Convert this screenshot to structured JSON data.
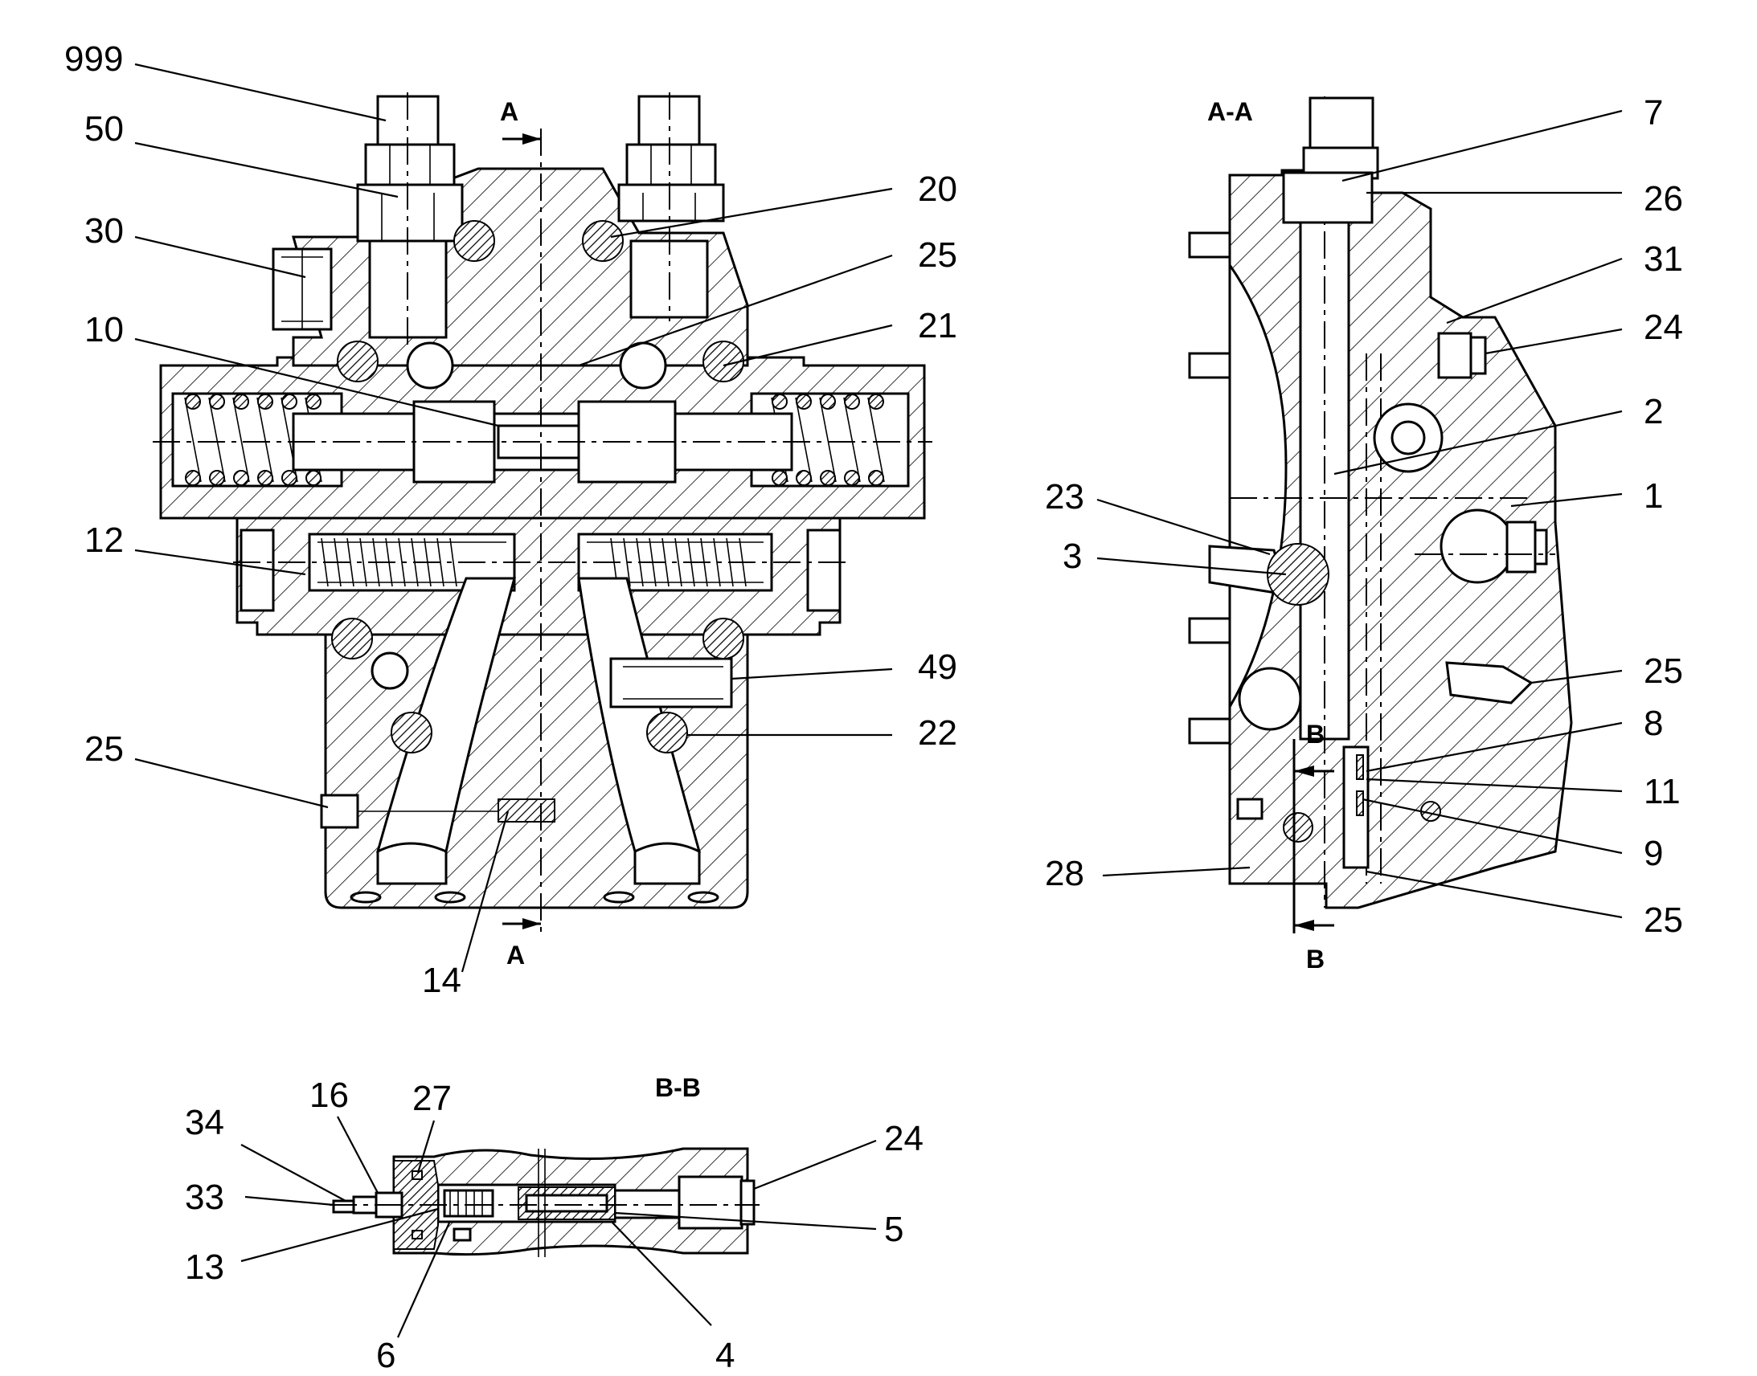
{
  "section_labels": {
    "aa_title": "A-A",
    "bb_title": "B-B",
    "cut_a_top": "A",
    "cut_a_bottom": "A",
    "cut_b_top": "B",
    "cut_b_bottom": "B"
  },
  "main_view_callouts": [
    "999",
    "50",
    "30",
    "10",
    "12",
    "25",
    "20",
    "25",
    "21",
    "49",
    "22",
    "14"
  ],
  "aa_view_callouts": [
    "7",
    "26",
    "31",
    "24",
    "2",
    "23",
    "3",
    "1",
    "25",
    "8",
    "11",
    "28",
    "9",
    "25"
  ],
  "bb_view_callouts": [
    "34",
    "16",
    "27",
    "33",
    "13",
    "6",
    "24",
    "5",
    "4"
  ]
}
